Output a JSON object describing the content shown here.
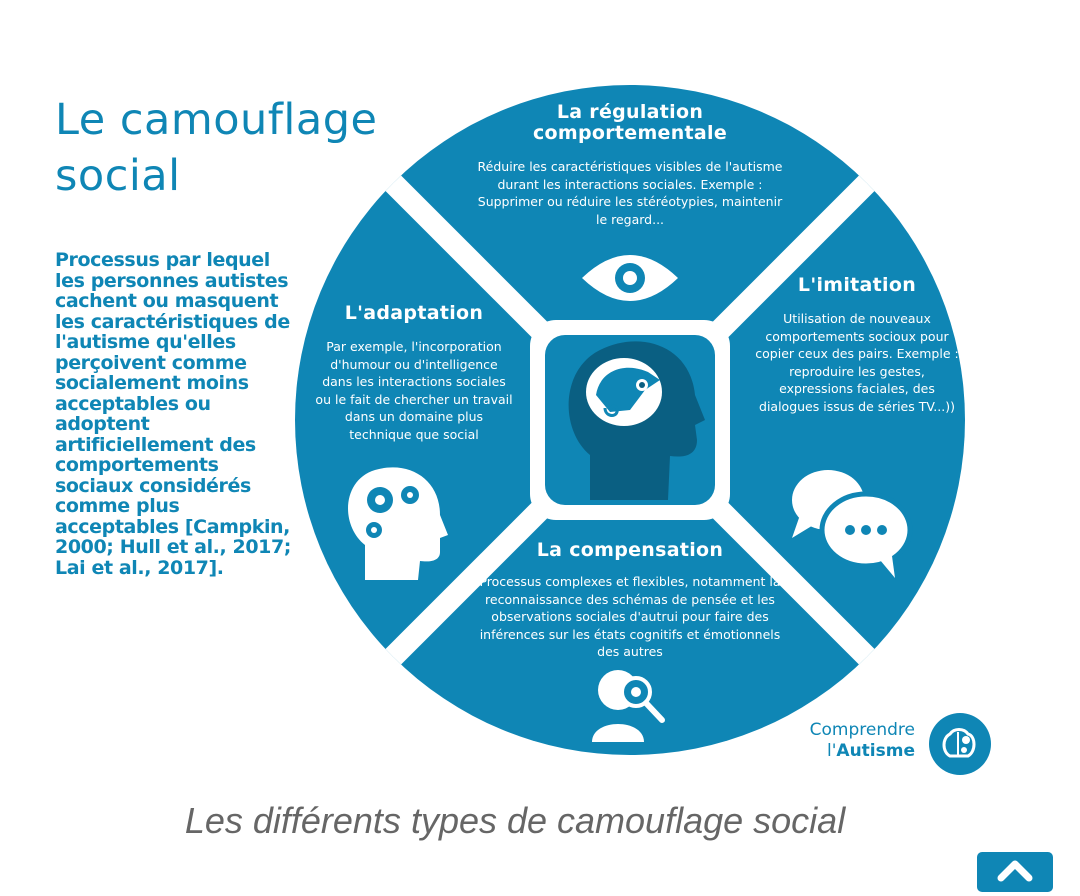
{
  "title": "Le camouflage social",
  "definition": "Processus par lequel les personnes autistes cachent ou masquent les caractéristiques de l'autisme qu'elles perçoivent comme socialement moins acceptables ou adoptent artificiellement des comportements sociaux considérés comme plus acceptables [Campkin, 2000; Hull et al., 2017; Lai et al., 2017].",
  "segments": {
    "top": {
      "title_line1": "La régulation",
      "title_line2": "comportementale",
      "body": "Réduire les caractéristiques visibles de l'autisme durant les interactions sociales. Exemple : Supprimer ou réduire les stéréotypies, maintenir le regard...",
      "icon": "eye-icon"
    },
    "right": {
      "title": "L'imitation",
      "body": "Utilisation de nouveaux comportements socioux pour copier ceux des pairs. Exemple : reproduire les gestes, expressions faciales, des dialogues issus de séries TV...))",
      "icon": "speech-bubbles-icon"
    },
    "bottom": {
      "title": "La compensation",
      "body": "Processus complexes et flexibles, notamment la reconnaissance des schémas de pensée et les observations sociales d'autrui pour faire des inférences sur les états cognitifs et émotionnels des autres",
      "icon": "person-magnifier-icon"
    },
    "left": {
      "title": "L'adaptation",
      "body": "Par exemple, l'incorporation d'humour ou d'intelligence dans les interactions sociales ou le fait de chercher un travail dans un domaine plus technique que social",
      "icon": "gears-head-icon"
    },
    "center": {
      "icon": "chameleon-head-icon"
    }
  },
  "brand": {
    "line1": "Comprendre",
    "line2_prefix": "l'",
    "line2_bold": "Autisme"
  },
  "caption": "Les différents types de camouflage social",
  "colors": {
    "accent": "#0f86b5",
    "dark": "#0a5f82",
    "caption": "#666666"
  }
}
